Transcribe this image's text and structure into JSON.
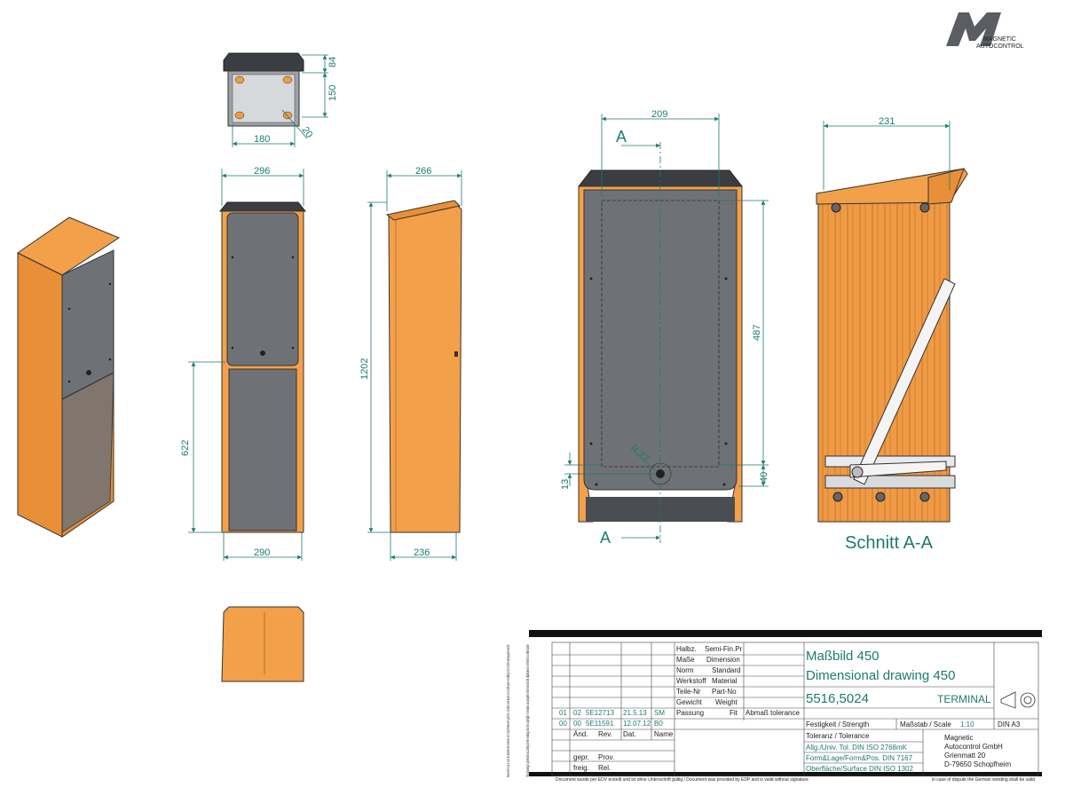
{
  "logo": {
    "letter": "m",
    "line1": "MAGNETIC",
    "line2": "AUTOCONTROL"
  },
  "dimensions": {
    "top_84": "84",
    "top_150": "150",
    "top_180": "180",
    "top_20": "20",
    "front_width_top": "296",
    "front_height_lower": "622",
    "front_width_bottom": "290",
    "side_width_top": "266",
    "side_height": "1202",
    "side_width_bottom": "236",
    "detail_width": "209",
    "detail_height": "487",
    "detail_13": "13",
    "detail_40": "40",
    "detail_radius": "R 27",
    "section_width": "231"
  },
  "section_marks": {
    "top": "A",
    "bottom": "A"
  },
  "section_title": "Schnitt A-A",
  "title_block": {
    "title_de": "Maßbild 450",
    "title_en": "Dimensional drawing 450",
    "number": "5516,5024",
    "product": "TERMINAL",
    "format": "DIN A3",
    "scale_label": "Maßstab / Scale",
    "scale_value": "1:10",
    "strength": "Festigkeit / Strength",
    "tolerance": "Toleranz / Tolerance",
    "tol1": "Allg./Univ. Tol. DIN ISO 2768mK",
    "tol2": "Form&Lage/Form&Pos. DIN 7167",
    "tol3": "Oberfläche/Surface DIN ISO 1302",
    "company": [
      "Magnetic",
      "Autocontrol GmbH",
      "Grienmatt 20",
      "D-79650 Schopfheim"
    ],
    "props": [
      {
        "de": "Halbz.",
        "en": "Semi-Fin.Pr"
      },
      {
        "de": "Maße",
        "en": "Dimension"
      },
      {
        "de": "Norm",
        "en": "Standard"
      },
      {
        "de": "Werkstoff",
        "en": "Material"
      },
      {
        "de": "Teile-Nr",
        "en": "Part-No"
      },
      {
        "de": "Gewicht",
        "en": "Weight"
      },
      {
        "de": "Passung",
        "en": "Fit"
      }
    ],
    "abmass": "Abmaß tolerance",
    "revisions": [
      {
        "a": "01",
        "b": "02",
        "c": "5E12713",
        "d": "21.5.13",
        "e": "SM"
      },
      {
        "a": "00",
        "b": "00",
        "c": "5E11591",
        "d": "12.07.12",
        "e": "B0"
      }
    ],
    "rev_headers": {
      "aend": "Änd.",
      "rev": "Rev.",
      "dat": "Dat.",
      "name": "Name"
    },
    "checked": "gepr.",
    "prov": "Prov.",
    "released": "freig.",
    "rel": "Rel.",
    "footer_left": "Document wurde per EDV erstellt und ist ohne Unterschrift gültig / Document was provided by EDP and is valid without signature",
    "footer_right": "in case of dispute the German wording shall be valid",
    "side_note_de": "Diese Zeichnung ist nach den bestehenden Gesetzen durch das Urheberrecht geschützt. Sie bleibt unser Eigentum und darf weder vervielfältigt noch an Dritte weitergegeben werden.",
    "side_note_en": "This drawing is protected according to the existing laws by copyright. It remains our property and must not be duplicated or referred to a third party."
  }
}
